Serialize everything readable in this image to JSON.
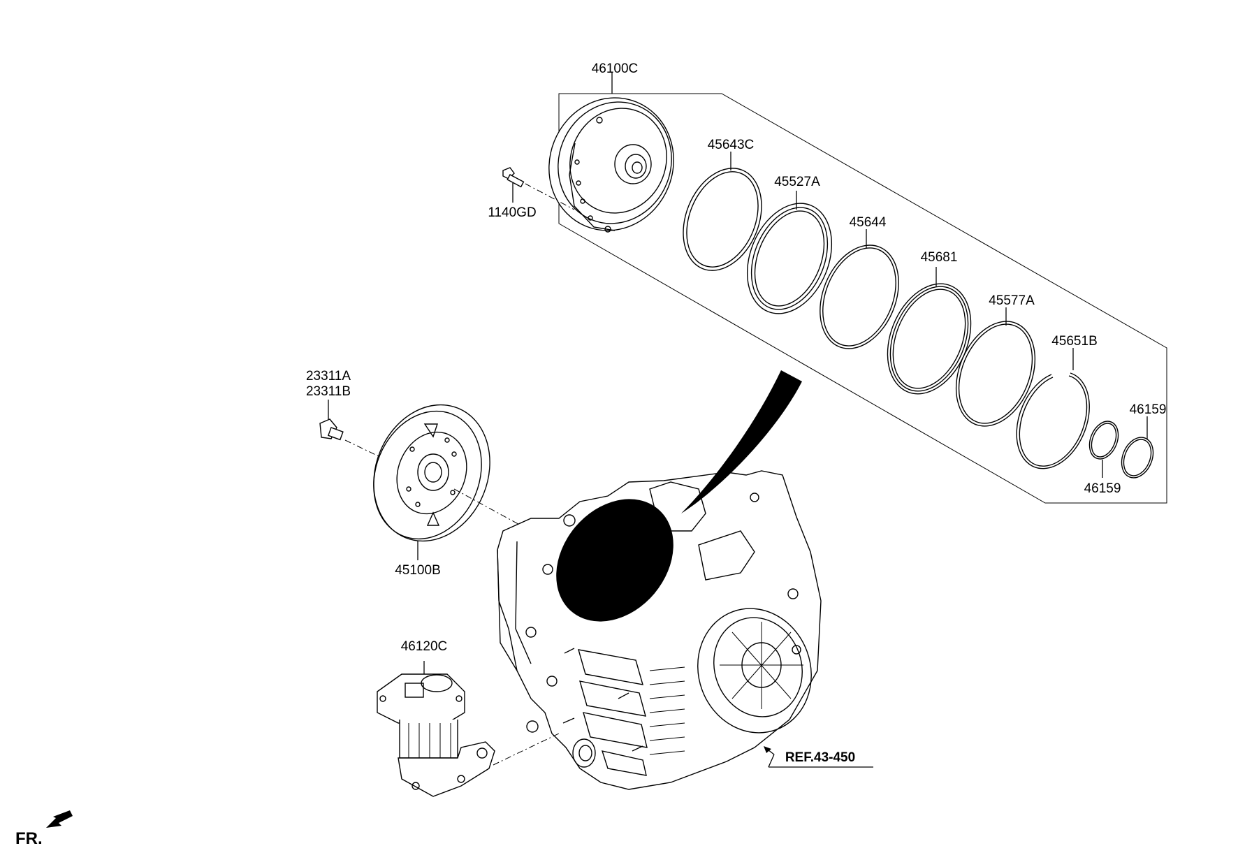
{
  "parts": {
    "p46100C": "46100C",
    "p1140GD": "1140GD",
    "p45643C": "45643C",
    "p45527A": "45527A",
    "p45644": "45644",
    "p45681": "45681",
    "p45577A": "45577A",
    "p45651B": "45651B",
    "p46159_top": "46159",
    "p46159_bottom": "46159",
    "p23311A": "23311A",
    "p23311B": "23311B",
    "p45100B": "45100B",
    "p46120C": "46120C"
  },
  "reference": "REF.43-450",
  "direction_label": "FR.",
  "icons": {
    "front_arrow": "arrow-left-down-icon"
  }
}
